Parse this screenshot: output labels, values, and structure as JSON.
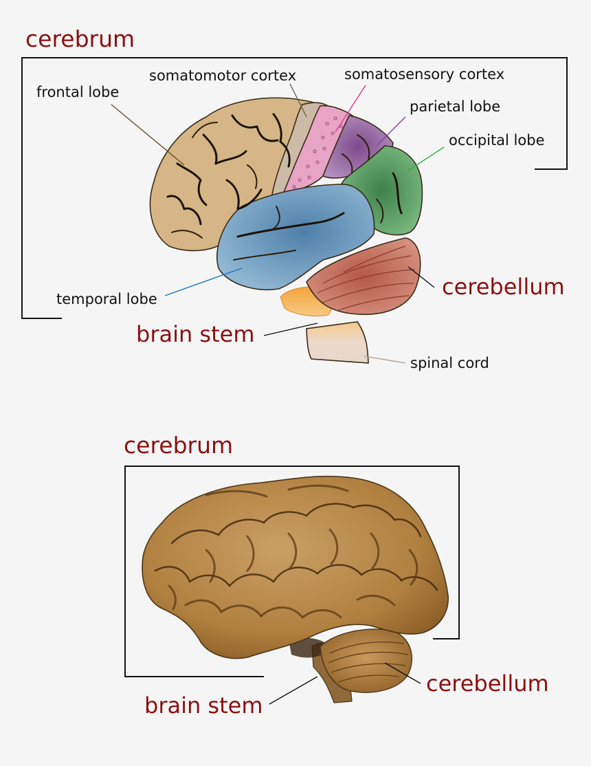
{
  "top_diagram": {
    "title": "cerebrum",
    "labels": {
      "frontal_lobe": "frontal lobe",
      "somatomotor_cortex": "somatomotor cortex",
      "somatosensory_cortex": "somatosensory cortex",
      "parietal_lobe": "parietal lobe",
      "occipital_lobe": "occipital lobe",
      "temporal_lobe": "temporal lobe",
      "cerebellum": "cerebellum",
      "brain_stem": "brain stem",
      "spinal_cord": "spinal cord"
    },
    "colors": {
      "frontal": "#d6b686",
      "somatomotor": "#cbbba6",
      "somatosensory": "#e8a4c4",
      "parietal": "#9c6fa6",
      "occipital": "#5e9e66",
      "temporal": "#6f9cc0",
      "cerebellum": "#c27464",
      "brain_stem": "#f3b050",
      "spinal_cord": "#ead8c6",
      "red_label": "#8b1010"
    }
  },
  "bottom_photo": {
    "title": "cerebrum",
    "labels": {
      "cerebellum": "cerebellum",
      "brain_stem": "brain stem"
    },
    "colors": {
      "tissue": "#b88c4e",
      "tissue_dark": "#7a5526"
    }
  }
}
